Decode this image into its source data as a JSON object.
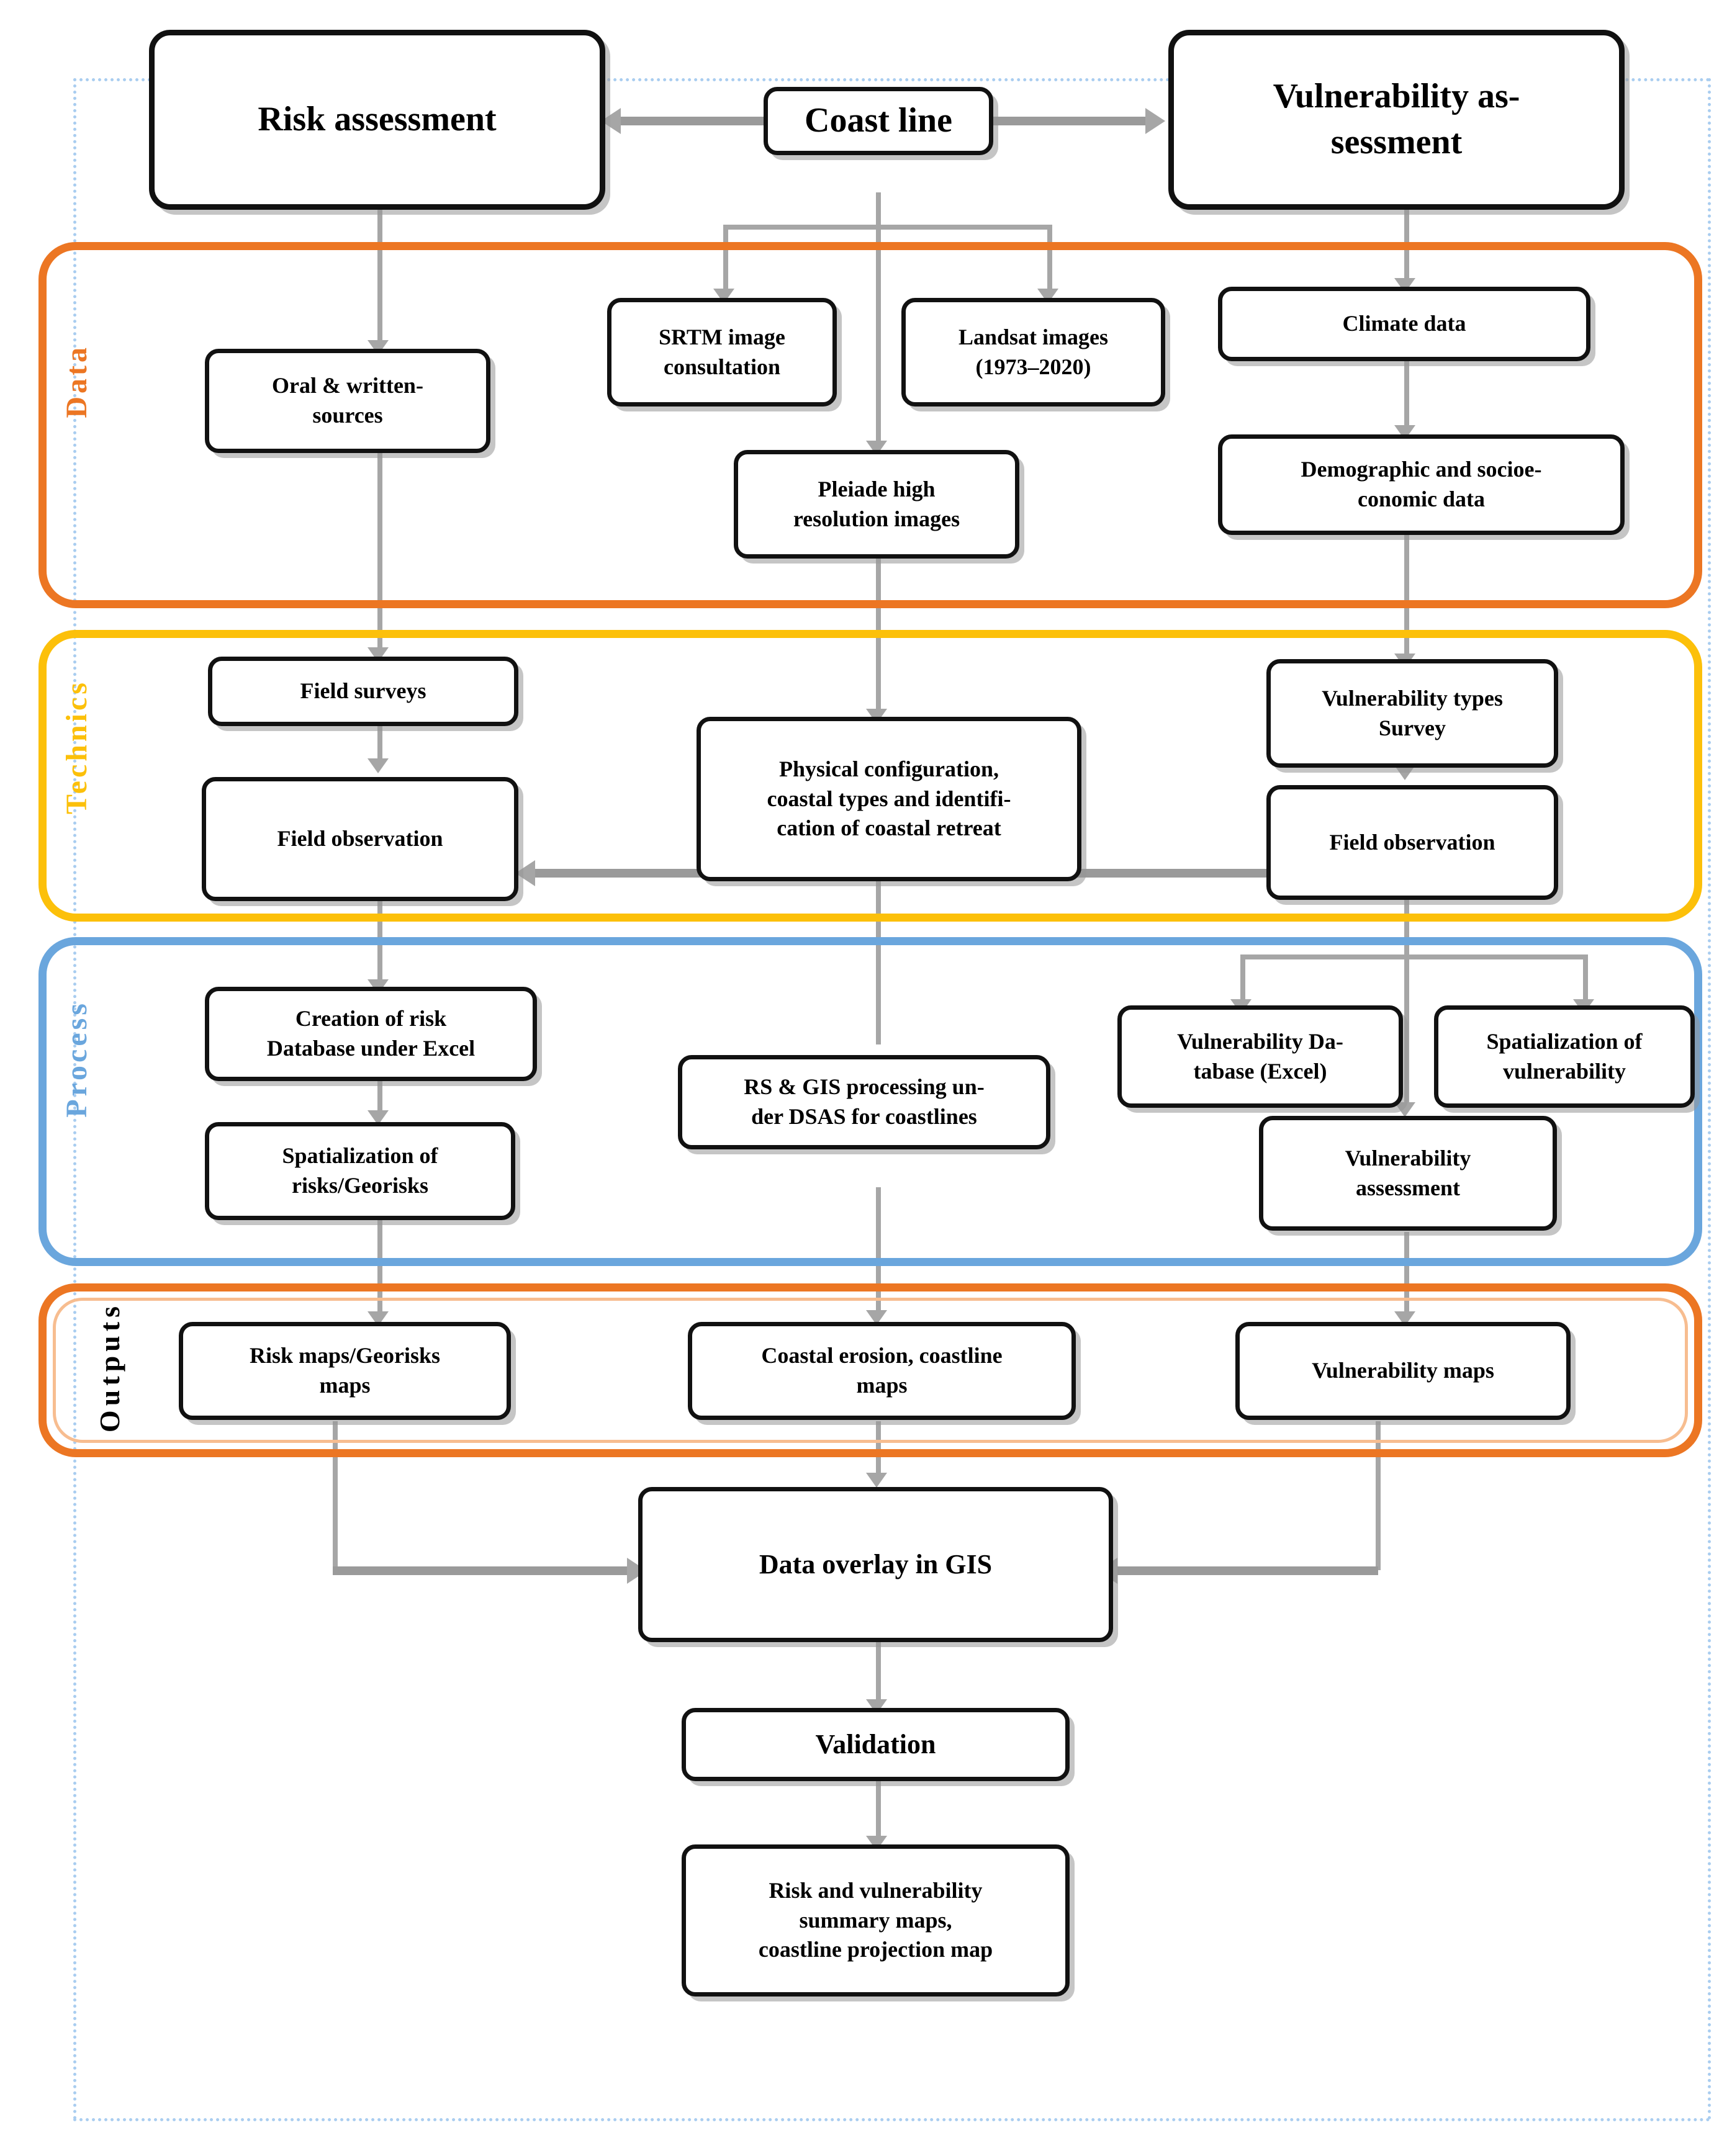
{
  "diagram": {
    "title_nodes": {
      "risk_assessment": "Risk assessment",
      "coast_line": "Coast line",
      "vulnerability_assessment": "Vulnerability as-\nsessment"
    },
    "sections": [
      {
        "id": "data",
        "label": "Data",
        "color": "#ec7623"
      },
      {
        "id": "technics",
        "label": "Technics",
        "color": "#fcc00a"
      },
      {
        "id": "process",
        "label": "Process",
        "color": "#6aa6dd"
      },
      {
        "id": "outputs",
        "label": "Outputs",
        "color": "#000000"
      }
    ],
    "nodes": {
      "oral_written_sources": "Oral &  written-\nsources",
      "srtm_image": "SRTM image\nconsultation",
      "landsat_images": "Landsat images\n(1973–2020)",
      "pleiade_images": "Pleiade high\nresolution images",
      "climate_data": "Climate data",
      "demographic_data": "Demographic and socioe-\nconomic data",
      "field_surveys": "Field surveys",
      "field_observation_left": "Field observation",
      "physical_configuration": "Physical configuration,\ncoastal types and identifi-\ncation of coastal retreat",
      "vulnerability_types_survey": "Vulnerability types\nSurvey",
      "field_observation_right": "Field observation",
      "creation_risk_db": "Creation of risk\nDatabase under Excel",
      "spatialization_risks": "Spatialization of\nrisks/Georisks",
      "rs_gis_processing": "RS & GIS processing un-\nder DSAS for coastlines",
      "vulnerability_database": "Vulnerability Da-\ntabase (Excel)",
      "spatialization_vulnerability": "Spatialization of\nvulnerability",
      "vulnerability_assessment_proc": "Vulnerability\nassessment",
      "risk_maps": "Risk maps/Georisks\nmaps",
      "coastal_erosion_maps": "Coastal erosion,  coastline\nmaps",
      "vulnerability_maps": "Vulnerability maps",
      "data_overlay_gis": "Data overlay in GIS",
      "validation": "Validation",
      "summary_maps": "Risk and vulnerability\nsummary maps,\ncoastline projection map"
    },
    "colors": {
      "connector": "#a6a6a6",
      "node_border": "#111111",
      "frame": "#a9cdf0",
      "data_band": "#ec7623",
      "technics_band": "#fcc00a",
      "process_band": "#6aa6dd",
      "outputs_band": "#ec7623"
    }
  }
}
